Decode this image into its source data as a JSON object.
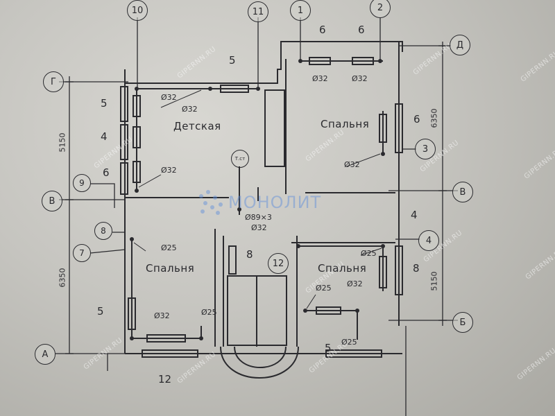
{
  "rooms": {
    "kids": "Детская",
    "bedroom_ne": "Спальня",
    "bedroom_sw": "Спальня",
    "bedroom_se": "Спальня"
  },
  "axes": {
    "a10": "10",
    "a11": "11",
    "a1": "1",
    "a2": "2",
    "aD": "Д",
    "aG": "Г",
    "aV_left": "В",
    "aV_right": "В",
    "aB": "Б",
    "aA": "А",
    "a3": "3",
    "a4": "4",
    "a9": "9",
    "a8": "8",
    "a7": "7",
    "a12": "12"
  },
  "dimensions": {
    "left_upper": "5150",
    "left_lower": "6350",
    "right_upper": "6350",
    "right_lower": "5150"
  },
  "counts": {
    "top_5": "5",
    "top_6a": "6",
    "top_6b": "6",
    "left_5": "5",
    "left_4": "4",
    "left_6": "6",
    "left_5_lower": "5",
    "right_6": "6",
    "right_4": "4",
    "right_8": "8",
    "stair_8": "8",
    "bottom_12": "12",
    "bottom_5": "5"
  },
  "pipes": {
    "p1": "Ø32",
    "p2": "Ø32",
    "p3": "Ø32",
    "p4": "Ø32",
    "p5": "Ø32",
    "p6": "Ø32",
    "p7": "Ø89×3",
    "p8": "Ø32",
    "p9": "Ø25",
    "p10": "Ø32",
    "p11": "Ø25",
    "p12": "Ø25",
    "p13": "Ø25",
    "p14": "Ø32",
    "p15": "Ø25"
  },
  "riser_tag": "Т.ст",
  "watermark": "GIPERNN.RU",
  "logo_text": "МОНОЛИТ",
  "colors": {
    "ink": "#2a2a2e",
    "paper": "#c9c8c3",
    "logo": "#5a8cdc"
  }
}
